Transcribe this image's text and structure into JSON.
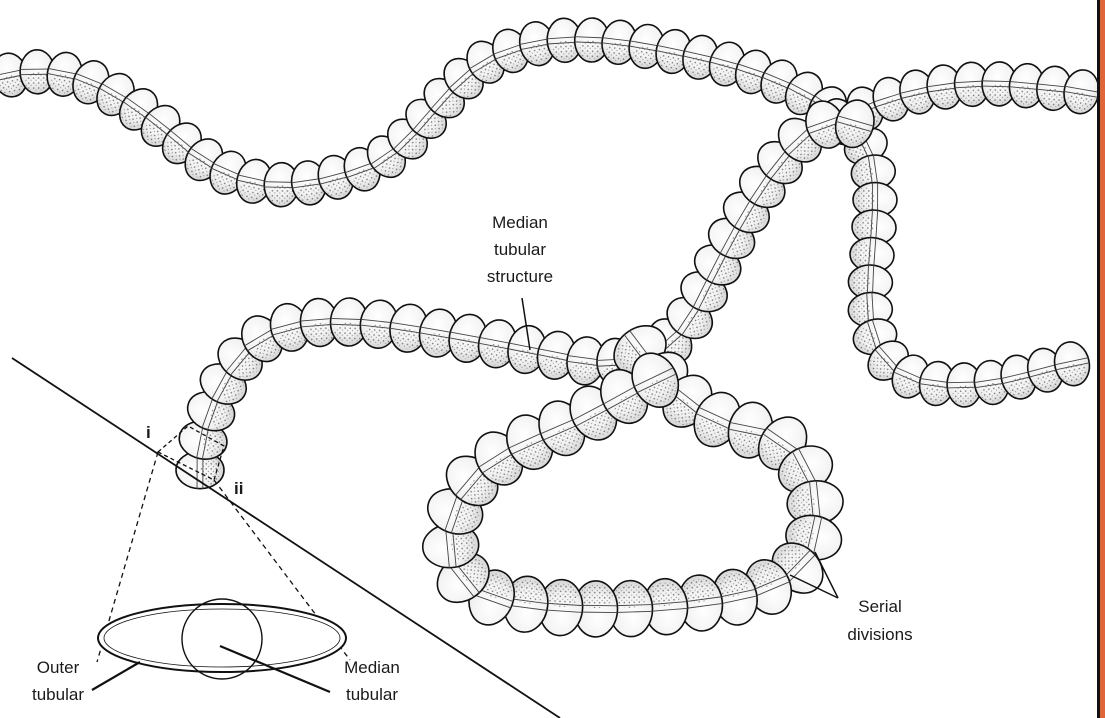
{
  "labels": {
    "median_top": [
      "Median",
      "tubular",
      "structure"
    ],
    "serial": [
      "Serial",
      "divisions"
    ],
    "outer": [
      "Outer",
      "tubular"
    ],
    "median_bottom": [
      "Median",
      "tubular"
    ],
    "cut_i": "i",
    "cut_ii": "ii"
  },
  "colors": {
    "segment_fill": "#f3f3f3",
    "outline": "#111111",
    "stipple": "#555555",
    "right_border": "#e0663a"
  }
}
